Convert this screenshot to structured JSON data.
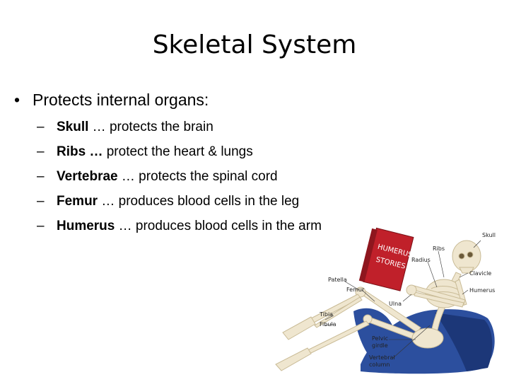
{
  "slide": {
    "title": "Skeletal System",
    "bullet_marker": "•",
    "bullet_text": "Protects internal organs:",
    "dash": "–",
    "items": [
      {
        "term": "Skull",
        "rest": " … protects the brain"
      },
      {
        "term": "Ribs …",
        "rest": " protect the heart & lungs"
      },
      {
        "term": "Vertebrae",
        "rest": " … protects the spinal cord"
      },
      {
        "term": "Femur",
        "rest": " … produces blood cells in the leg"
      },
      {
        "term": "Humerus",
        "rest": " … produces blood cells in the arm"
      }
    ]
  },
  "illustration": {
    "book_title_line1": "HUMERUS",
    "book_title_line2": "STORIES",
    "labels": {
      "skull": "Skull",
      "ribs": "Ribs",
      "radius": "Radius",
      "clavicle": "Clavicle",
      "humerus": "Humerus",
      "patella": "Patella",
      "femur": "Femur",
      "ulna": "Ulna",
      "tibia": "Tibia",
      "fibula": "Fibula",
      "pelvic_1": "Pelvic",
      "pelvic_2": "girdle",
      "vertebral_1": "Vertebral",
      "vertebral_2": "column"
    },
    "colors": {
      "bone": "#efe6cf",
      "bone_shadow": "#c9bb96",
      "cushion": "#2c4f9e",
      "cushion_dark": "#1c3778",
      "book": "#c0202a"
    }
  }
}
